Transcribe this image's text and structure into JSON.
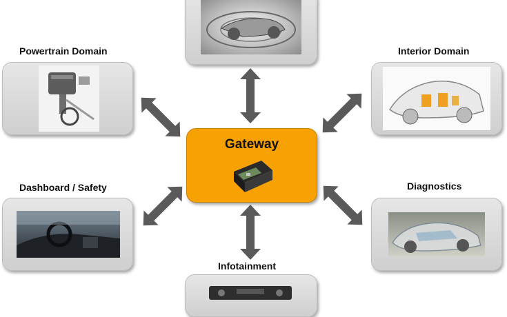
{
  "center": {
    "title": "Gateway",
    "icon": "gateway-module-icon"
  },
  "domains": {
    "powertrain": {
      "label": "Powertrain Domain",
      "icon": "engine-drivetrain-icon"
    },
    "interior": {
      "label": "Interior Domain",
      "icon": "car-interior-icon"
    },
    "dashboard": {
      "label": "Dashboard / Safety",
      "icon": "dashboard-icon"
    },
    "diagnostics": {
      "label": "Diagnostics",
      "icon": "car-xray-icon"
    },
    "infotainment": {
      "label": "Infotainment",
      "icon": "radio-unit-icon"
    },
    "chassis": {
      "label": "",
      "icon": "chassis-icon"
    }
  },
  "colors": {
    "gateway": "#f7a103",
    "arrow": "#5a5a5a",
    "box": "#dcdcdc"
  }
}
